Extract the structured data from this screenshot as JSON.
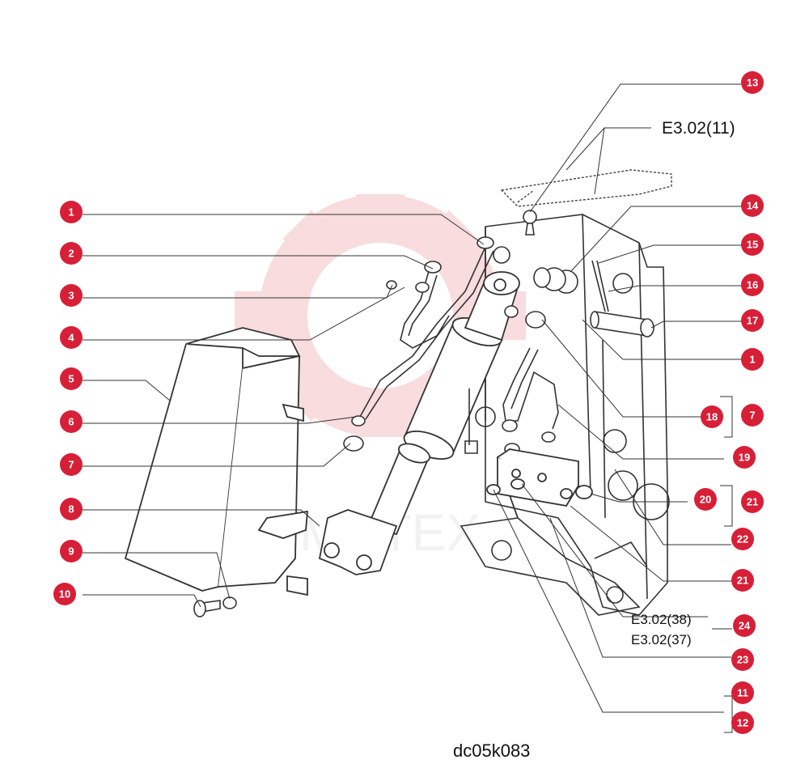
{
  "diagram": {
    "code": "dc05k083",
    "watermark": "MHTEX",
    "colors": {
      "badge": "#d71f37",
      "line": "#333333",
      "watermark": "#f3c0c4"
    },
    "callouts": [
      {
        "id": "c13",
        "label": "13"
      },
      {
        "id": "c1a",
        "label": "1"
      },
      {
        "id": "c2",
        "label": "2"
      },
      {
        "id": "c3",
        "label": "3"
      },
      {
        "id": "c4",
        "label": "4"
      },
      {
        "id": "c5",
        "label": "5"
      },
      {
        "id": "c6",
        "label": "6"
      },
      {
        "id": "c7a",
        "label": "7"
      },
      {
        "id": "c8",
        "label": "8"
      },
      {
        "id": "c9",
        "label": "9"
      },
      {
        "id": "c10",
        "label": "10"
      },
      {
        "id": "c14",
        "label": "14"
      },
      {
        "id": "c15",
        "label": "15"
      },
      {
        "id": "c16",
        "label": "16"
      },
      {
        "id": "c17",
        "label": "17"
      },
      {
        "id": "c1b",
        "label": "1"
      },
      {
        "id": "c18",
        "label": "18"
      },
      {
        "id": "c7b",
        "label": "7"
      },
      {
        "id": "c19",
        "label": "19"
      },
      {
        "id": "c20",
        "label": "20"
      },
      {
        "id": "c21a",
        "label": "21"
      },
      {
        "id": "c22",
        "label": "22"
      },
      {
        "id": "c21b",
        "label": "21"
      },
      {
        "id": "c24",
        "label": "24"
      },
      {
        "id": "c23",
        "label": "23"
      },
      {
        "id": "c11",
        "label": "11"
      },
      {
        "id": "c12",
        "label": "12"
      }
    ],
    "references": [
      {
        "id": "r1",
        "text": "E3.02(11)"
      },
      {
        "id": "r2",
        "text": "E3.02(38)"
      },
      {
        "id": "r3",
        "text": "E3.02(37)"
      }
    ]
  }
}
